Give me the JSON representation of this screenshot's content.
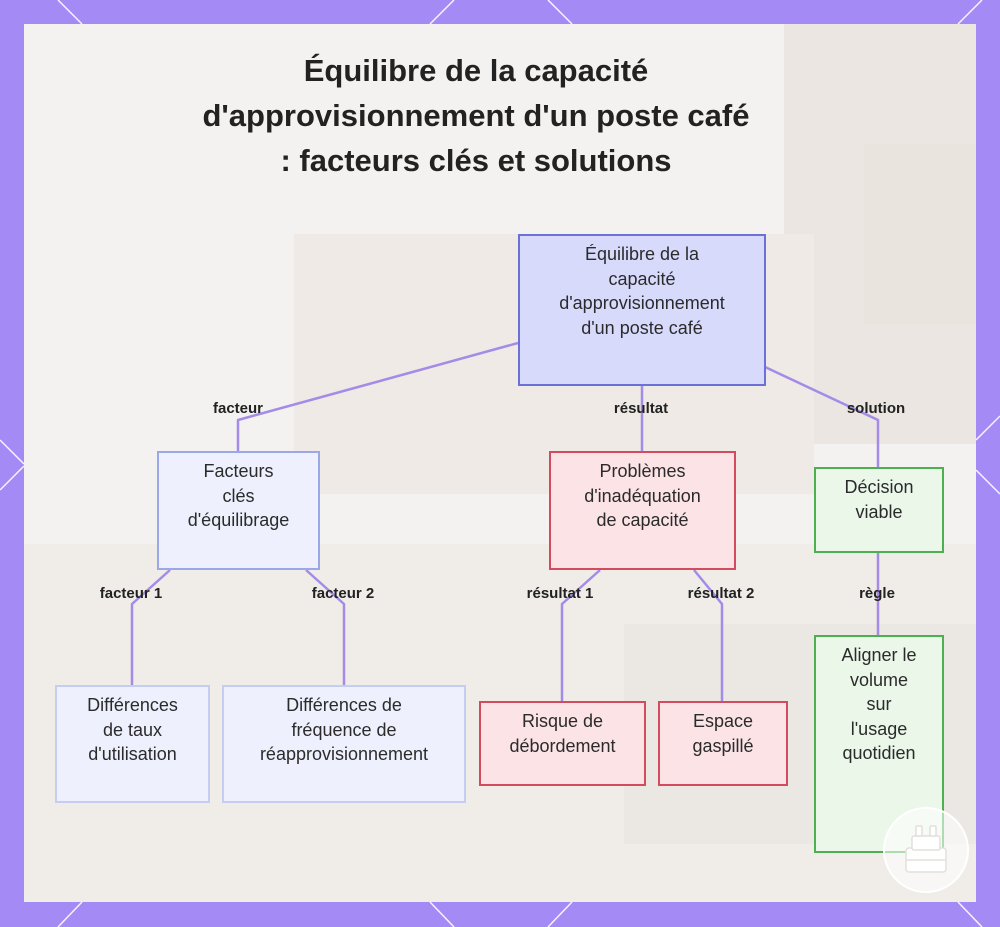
{
  "title": "Équilibre de la capacité d'approvisionnement d'un poste café : facteurs clés et solutions",
  "title_lines": [
    "Équilibre de la capacité",
    "d'approvisionnement d'un poste café",
    ": facteurs clés et solutions"
  ],
  "colors": {
    "frame": "#a48af5",
    "edge": "#a48be8",
    "root_fill": "#d8dafc",
    "root_border": "#6b71d6",
    "factor_fill": "#eef1fd",
    "factor_border": "#9aa7e8",
    "problem_fill": "#fbe3e6",
    "problem_border": "#d44a5f",
    "solution_fill": "#eaf7e9",
    "solution_border": "#4caf50"
  },
  "nodes": {
    "root": [
      "Équilibre de la",
      "capacité",
      "d'approvisionnement",
      "d'un poste café"
    ],
    "factors": [
      "Facteurs",
      "clés",
      "d'équilibrage"
    ],
    "problems": [
      "Problèmes",
      "d'inadéquation",
      "de capacité"
    ],
    "decision": [
      "Décision",
      "viable"
    ],
    "usage_rates": [
      "Différences",
      "de taux",
      "d'utilisation"
    ],
    "refill_freq": [
      "Différences de",
      "fréquence de",
      "réapprovisionnement"
    ],
    "overflow": [
      "Risque de",
      "débordement"
    ],
    "wasted_space": [
      "Espace",
      "gaspillé"
    ],
    "align_volume": [
      "Aligner le",
      "volume",
      "sur",
      "l'usage",
      "quotidien"
    ]
  },
  "edge_labels": {
    "facteur": "facteur",
    "resultat": "résultat",
    "solution": "solution",
    "facteur_1": "facteur 1",
    "facteur_2": "facteur 2",
    "resultat_1": "résultat 1",
    "resultat_2": "résultat 2",
    "regle": "règle"
  },
  "icons": {
    "badge": "watermark-logo-icon"
  }
}
